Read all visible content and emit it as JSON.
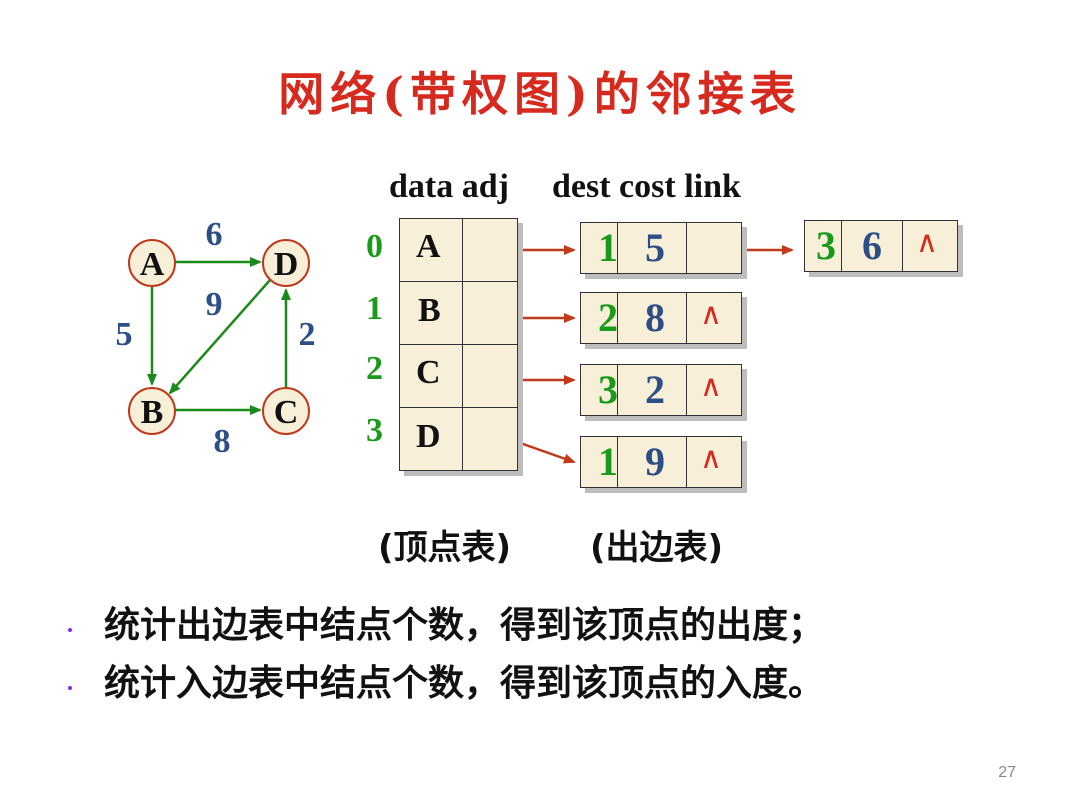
{
  "title": "网络(带权图)的邻接表",
  "headers": {
    "vertex_table": "data adj",
    "edge_table": "dest cost link"
  },
  "graph": {
    "nodes": [
      "A",
      "D",
      "B",
      "C"
    ],
    "weights": {
      "AD": "6",
      "AB": "5",
      "DB": "9",
      "CD": "2",
      "BC": "8"
    }
  },
  "vertex_table": [
    {
      "index": "0",
      "label": "A"
    },
    {
      "index": "1",
      "label": "B"
    },
    {
      "index": "2",
      "label": "C"
    },
    {
      "index": "3",
      "label": "D"
    }
  ],
  "edge_nodes": [
    {
      "dest": "1",
      "cost": "5",
      "link": ""
    },
    {
      "dest": "3",
      "cost": "6",
      "link": "∧"
    },
    {
      "dest": "2",
      "cost": "8",
      "link": "∧"
    },
    {
      "dest": "3",
      "cost": "2",
      "link": "∧"
    },
    {
      "dest": "1",
      "cost": "9",
      "link": "∧"
    }
  ],
  "captions": {
    "vertex": "(顶点表)",
    "edge": "(出边表)"
  },
  "bullets": [
    "统计出边表中结点个数，得到该顶点的出度；",
    "统计入边表中结点个数，得到该顶点的入度。"
  ],
  "page_number": "27",
  "colors": {
    "title": "#d62a1e",
    "dest": "#1a9a1a",
    "cost": "#2e4f86",
    "arrow_graph": "#1a8a1a",
    "arrow_list": "#c0391b",
    "node_fill": "#f8efd9"
  }
}
